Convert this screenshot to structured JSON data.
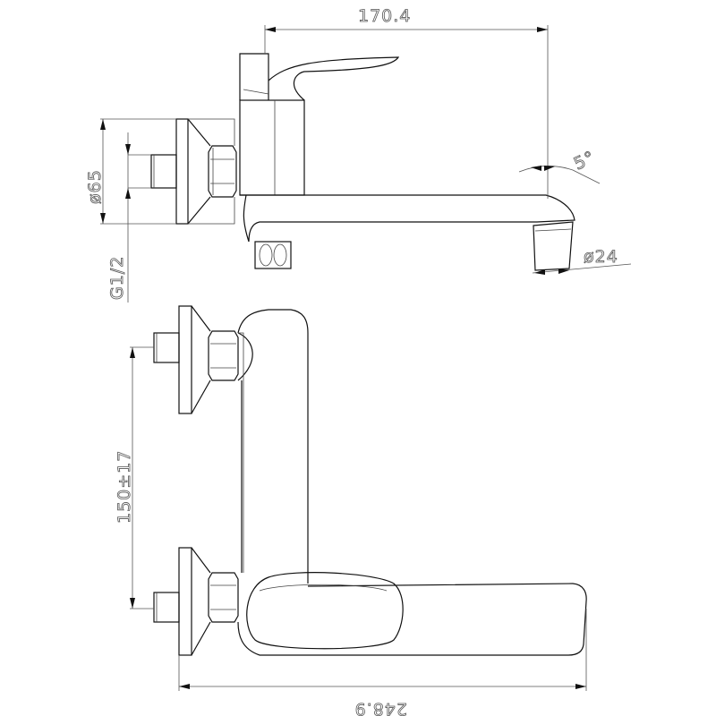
{
  "drawing": {
    "title": "Wall-mounted bath mixer technical drawing",
    "dimensions": {
      "spout_reach": "170.4",
      "spout_angle": "5°",
      "flange_diameter": "ø65",
      "thread": "G1/2",
      "outlet_diameter": "ø24",
      "center_distance": "150±17",
      "overall_width": "248.9"
    }
  }
}
